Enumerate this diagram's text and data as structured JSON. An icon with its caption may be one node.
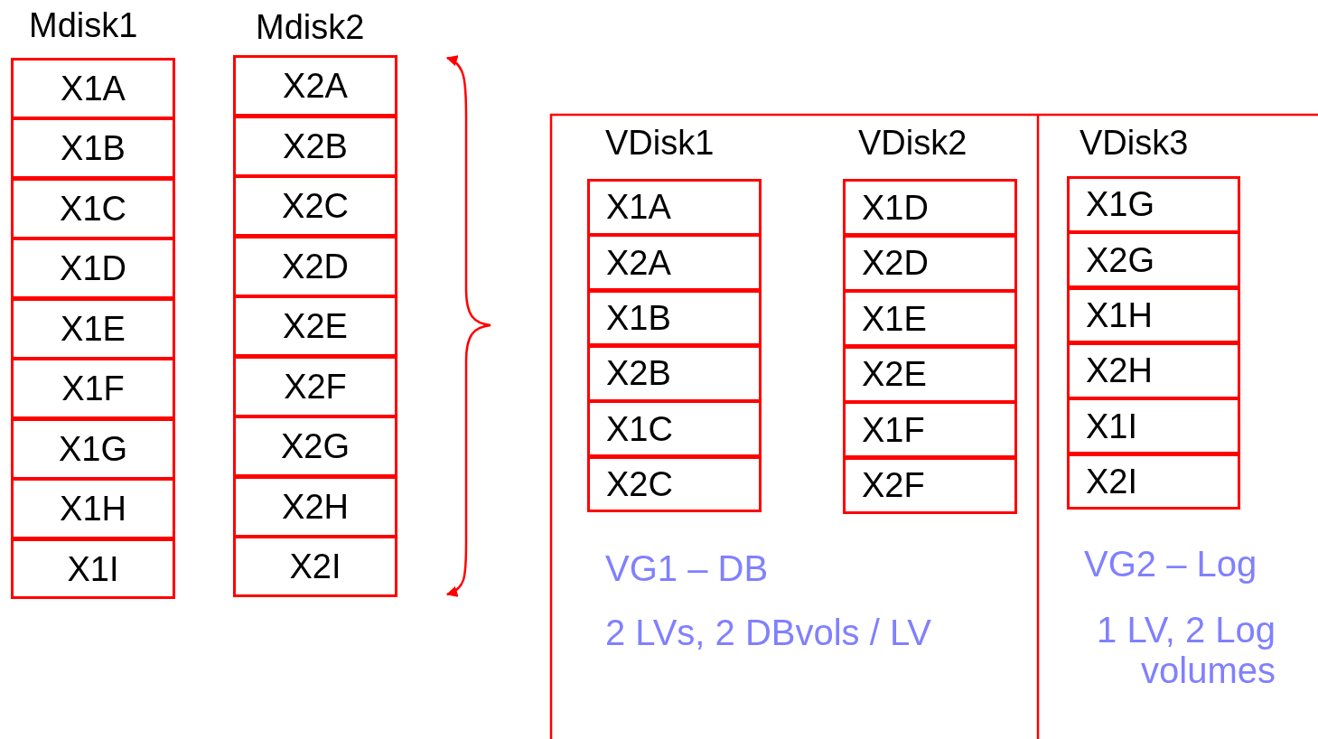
{
  "diagram": {
    "nodes": [
      {
        "text": [
          "X1A"
        ]
      },
      {
        "text": [
          "X1B"
        ]
      },
      {
        "text": [
          "X1C"
        ]
      },
      {
        "text": [
          "X1D"
        ]
      },
      {
        "text": [
          "X1E"
        ]
      },
      {
        "text": [
          "X1F"
        ]
      },
      {
        "text": [
          "X1G"
        ]
      },
      {
        "text": [
          "X1H"
        ]
      },
      {
        "text": [
          "X1I"
        ]
      },
      {
        "text": [
          "X2A"
        ]
      },
      {
        "text": [
          "X2B"
        ]
      },
      {
        "text": [
          "X2C"
        ]
      },
      {
        "text": [
          "X2D"
        ]
      },
      {
        "text": [
          "X2E"
        ]
      },
      {
        "text": [
          "X2F"
        ]
      },
      {
        "text": [
          "X2G"
        ]
      },
      {
        "text": [
          "X2H"
        ]
      },
      {
        "text": [
          "X2I"
        ]
      },
      {
        "text": [
          "X1A"
        ]
      },
      {
        "text": [
          "X2A"
        ]
      },
      {
        "text": [
          "X1B"
        ]
      },
      {
        "text": [
          "X2B"
        ]
      },
      {
        "text": [
          "X1C"
        ]
      },
      {
        "text": [
          "X2C"
        ]
      },
      {
        "text": [
          "X1D"
        ]
      },
      {
        "text": [
          "X2D"
        ]
      },
      {
        "text": [
          "X1E"
        ]
      },
      {
        "text": [
          "X2E"
        ]
      },
      {
        "text": [
          "X1F"
        ]
      },
      {
        "text": [
          "X2F"
        ]
      },
      {
        "text": [
          "X1G"
        ]
      },
      {
        "text": [
          "X2G"
        ]
      },
      {
        "text": [
          "X1H"
        ]
      },
      {
        "text": [
          "X2H"
        ]
      },
      {
        "text": [
          "X1I"
        ]
      },
      {
        "text": [
          "X2I"
        ]
      }
    ],
    "labels": [
      "Mdisk1",
      "Mdisk2",
      "VDisk1",
      "VDisk2",
      "VDisk3",
      "VG1 – DB",
      "2 LVs, 2 DBvols / LV",
      "VG2 – Log",
      "1 LV, 2 Log volumes"
    ]
  }
}
